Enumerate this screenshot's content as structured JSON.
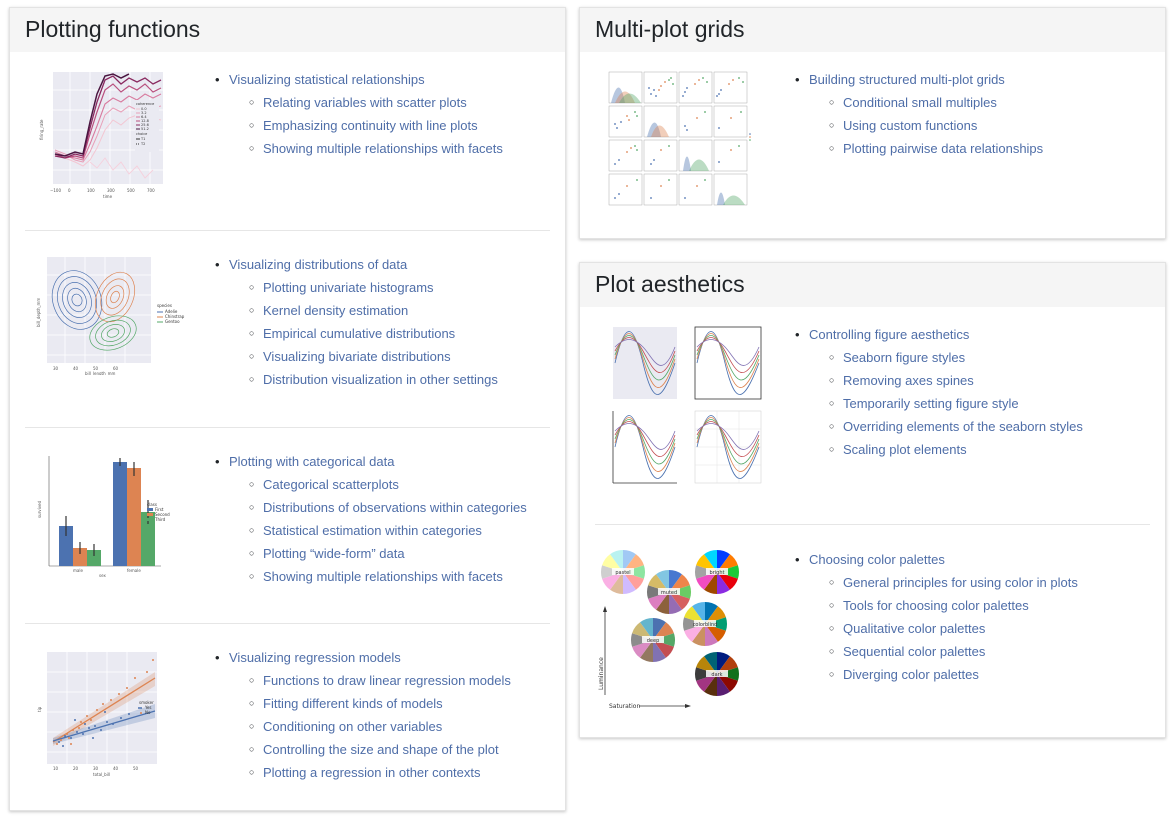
{
  "cards": {
    "plotting": {
      "title": "Plotting functions",
      "sections": [
        {
          "main": "Visualizing statistical relationships",
          "subs": [
            "Relating variables with scatter plots",
            "Emphasizing continuity with line plots",
            "Showing multiple relationships with facets"
          ]
        },
        {
          "main": "Visualizing distributions of data",
          "subs": [
            "Plotting univariate histograms",
            "Kernel density estimation",
            "Empirical cumulative distributions",
            "Visualizing bivariate distributions",
            "Distribution visualization in other settings"
          ]
        },
        {
          "main": "Plotting with categorical data",
          "subs": [
            "Categorical scatterplots",
            "Distributions of observations within categories",
            "Statistical estimation within categories",
            "Plotting “wide-form” data",
            "Showing multiple relationships with facets"
          ]
        },
        {
          "main": "Visualizing regression models",
          "subs": [
            "Functions to draw linear regression models",
            "Fitting different kinds of models",
            "Conditioning on other variables",
            "Controlling the size and shape of the plot",
            "Plotting a regression in other contexts"
          ]
        }
      ]
    },
    "multiplot": {
      "title": "Multi-plot grids",
      "sections": [
        {
          "main": "Building structured multi-plot grids",
          "subs": [
            "Conditional small multiples",
            "Using custom functions",
            "Plotting pairwise data relationships"
          ]
        }
      ]
    },
    "aesthetics": {
      "title": "Plot aesthetics",
      "sections": [
        {
          "main": "Controlling figure aesthetics",
          "subs": [
            "Seaborn figure styles",
            "Removing axes spines",
            "Temporarily setting figure style",
            "Overriding elements of the seaborn styles",
            "Scaling plot elements"
          ]
        },
        {
          "main": "Choosing color palettes",
          "subs": [
            "General principles for using color in plots",
            "Tools for choosing color palettes",
            "Qualitative color palettes",
            "Sequential color palettes",
            "Diverging color palettes"
          ]
        }
      ]
    }
  },
  "thumbnails": {
    "lineplot": {
      "xlabel": "time",
      "ylabel": "firing_rate",
      "legend": [
        "coherence",
        "0.0",
        "3.2",
        "6.4",
        "12.8",
        "25.6",
        "51.2",
        "choice",
        "T1",
        "T2"
      ]
    },
    "kde": {
      "xlabel": "bill_length_mm",
      "ylabel": "bill_depth_mm",
      "legend": [
        "species",
        "Adelie",
        "Chinstrap",
        "Gentoo"
      ]
    },
    "bars": {
      "xlabel": "sex",
      "ylabel": "survived",
      "categories": [
        "male",
        "female"
      ],
      "legend": [
        "class",
        "First",
        "Second",
        "Third"
      ]
    },
    "regression": {
      "xlabel": "total_bill",
      "ylabel": "tip",
      "legend": [
        "smoker",
        "Yes",
        "No"
      ]
    },
    "palettes": {
      "labels": [
        "pastel",
        "muted",
        "bright",
        "deep",
        "colorblind",
        "dark"
      ],
      "ylabel": "Luminance",
      "xlabel": "Saturation"
    }
  }
}
